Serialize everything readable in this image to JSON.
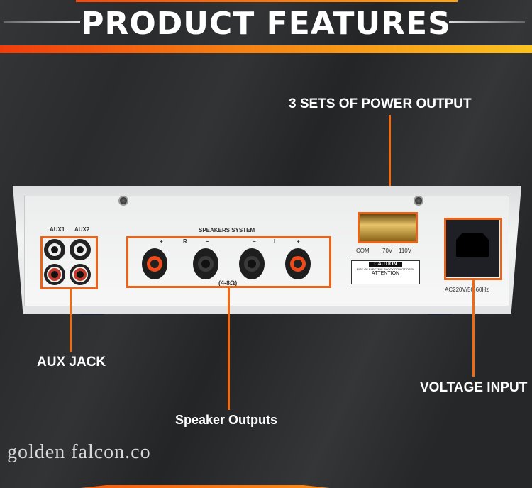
{
  "header": {
    "title": "PRODUCT FEATURES"
  },
  "callouts": {
    "power_output": "3 SETS OF POWER OUTPUT",
    "aux_jack": "AUX  JACK",
    "speaker_outputs": "Speaker Outputs",
    "voltage_input": "VOLTAGE INPUT"
  },
  "panel": {
    "aux1": "AUX1",
    "aux2": "AUX2",
    "speakers_system": "SPEAKERS SYSTEM",
    "plus": "+",
    "minus": "−",
    "r": "R",
    "l": "L",
    "impedance": "(4-8Ω)",
    "com": "COM",
    "v70": "70V",
    "v110": "110V",
    "caution": "CAUTION",
    "caution_sub": "RISK OF ELECTRIC SHOCK DO NOT OPEN",
    "attention": "ATTENTION",
    "ac": "AC220V/50-60Hz"
  },
  "watermark": "golden falcon.co",
  "colors": {
    "accent": "#e8641a",
    "gradient_start": "#f03c0c",
    "gradient_end": "#fbc21e"
  }
}
